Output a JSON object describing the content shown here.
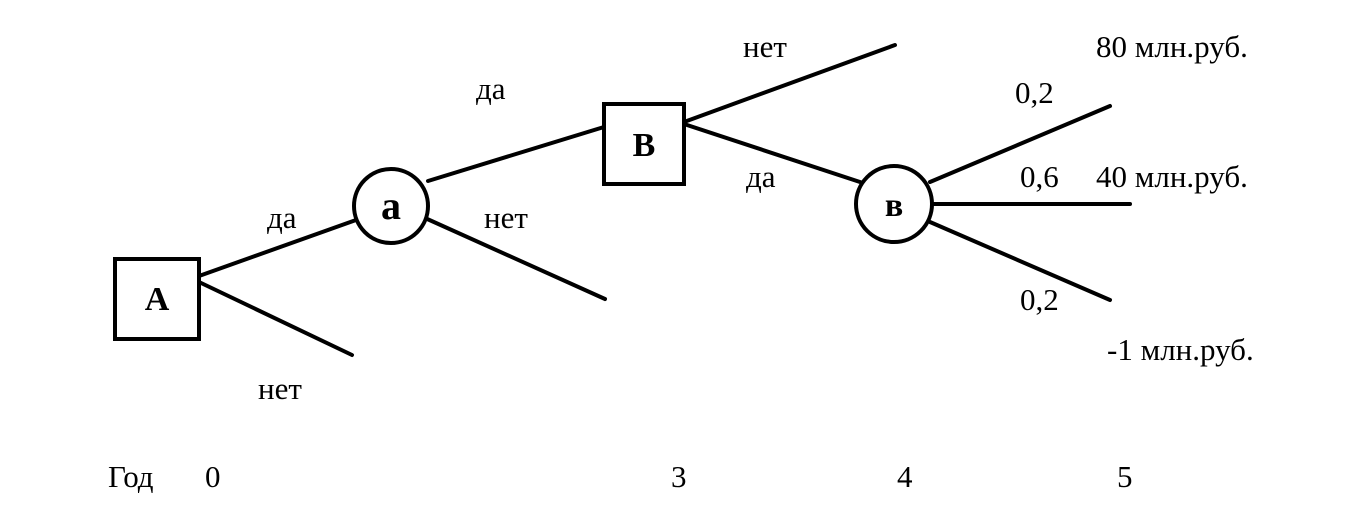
{
  "nodes": {
    "decision_A": "А",
    "chance_a": "а",
    "decision_B": "В",
    "chance_b": "в"
  },
  "edges": {
    "A_yes": "да",
    "A_no": "нет",
    "a_yes": "да",
    "a_no": "нет",
    "B_yes": "да",
    "B_no": "нет"
  },
  "outcomes": {
    "top": {
      "probability": "0,2",
      "value": "80 млн.руб."
    },
    "middle": {
      "probability": "0,6",
      "value": "40 млн.руб."
    },
    "bottom": {
      "probability": "0,2",
      "value": "-1 млн.руб."
    }
  },
  "timeline": {
    "label": "Год",
    "years": [
      "0",
      "3",
      "4",
      "5"
    ]
  }
}
